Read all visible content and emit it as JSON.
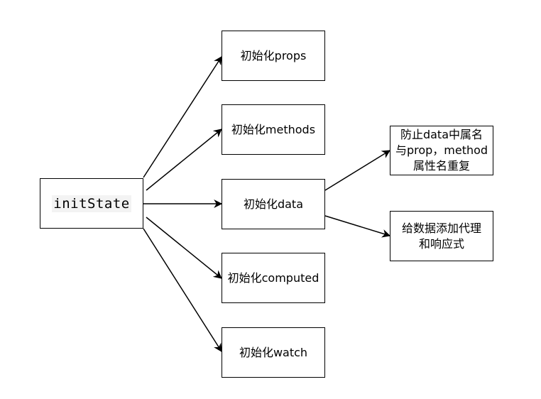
{
  "diagram": {
    "root": {
      "label": "initState"
    },
    "steps": [
      {
        "label": "初始化props"
      },
      {
        "label": "初始化methods"
      },
      {
        "label": "初始化data"
      },
      {
        "label": "初始化computed"
      },
      {
        "label": "初始化watch"
      }
    ],
    "data_details": [
      {
        "lines": [
          "防止data中属名",
          "与prop，method",
          "属性名重复"
        ]
      },
      {
        "lines": [
          "给数据添加代理",
          "和响应式"
        ]
      }
    ]
  },
  "colors": {
    "stroke": "#000000",
    "background": "#ffffff",
    "code_highlight": "#f3f3f3"
  }
}
